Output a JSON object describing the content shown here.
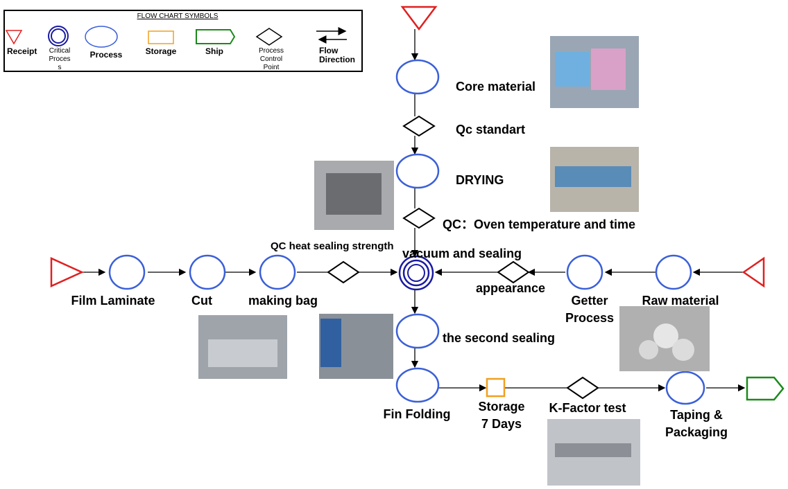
{
  "legend": {
    "title": "FLOW CHART SYMBOLS",
    "receipt": "Receipt",
    "critical_process": [
      "Critical",
      "Proces",
      "s"
    ],
    "process": "Process",
    "storage": "Storage",
    "ship": "Ship",
    "control_point": [
      "Process",
      "Control",
      "Point"
    ],
    "flow_direction": [
      "Flow",
      "Direction"
    ]
  },
  "colors": {
    "receipt": "#e02020",
    "process": "#3a5fd8",
    "critical": "#1a1aa0",
    "storage": "#f0a020",
    "ship": "#1a8a1a",
    "control": "#000000"
  },
  "nodes": {
    "core_material": "Core material",
    "qc_standard": "Qc standart",
    "drying": "DRYING",
    "qc_oven": "QC：Oven temperature and time",
    "qc_heat": "QC heat sealing strength",
    "vacuum": "vacuum and sealing",
    "film_laminate": "Film Laminate",
    "cut": "Cut",
    "making_bag": "making bag",
    "appearance": "appearance",
    "getter": [
      "Getter",
      "Process"
    ],
    "raw_material": "Raw material",
    "second_sealing": "the second sealing",
    "fin_folding": "Fin Folding",
    "storage": [
      "Storage",
      "7 Days"
    ],
    "k_factor": "K-Factor test",
    "taping": [
      "Taping &",
      "Packaging"
    ]
  }
}
